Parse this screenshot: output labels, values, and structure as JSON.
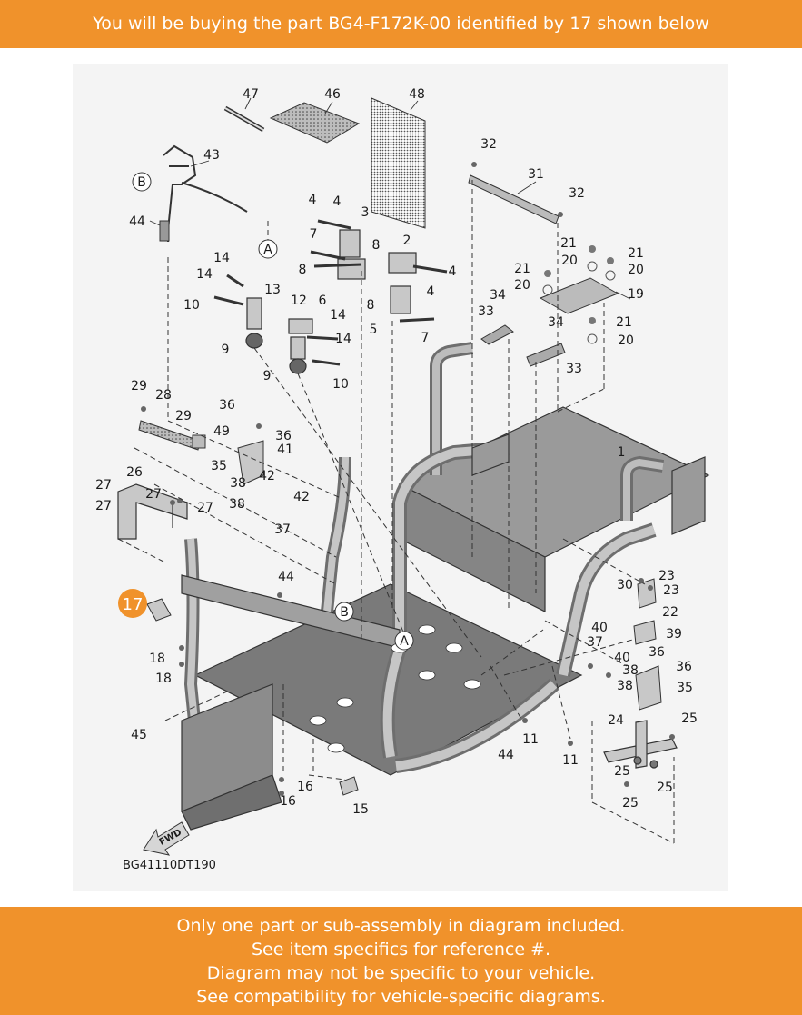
{
  "header": {
    "text": "You will be buying the part BG4-F172K-00 identified by 17 shown below"
  },
  "footer": {
    "lines": [
      "Only one part or sub-assembly in diagram included.",
      "See item specifics for reference #.",
      "Diagram may not be specific to your vehicle.",
      "See compatibility for vehicle-specific diagrams."
    ]
  },
  "diagram": {
    "highlighted_ref": "17",
    "drawing_code": "BG41110DT190",
    "fwd_label": "FWD",
    "callout_letters": [
      "A",
      "B",
      "A",
      "B"
    ],
    "refs": [
      "47",
      "46",
      "48",
      "43",
      "32",
      "31",
      "32",
      "44",
      "4",
      "4",
      "3",
      "7",
      "8",
      "8",
      "2",
      "4",
      "14",
      "21",
      "21",
      "21",
      "20",
      "20",
      "20",
      "14",
      "13",
      "12",
      "6",
      "4",
      "5",
      "8",
      "19",
      "34",
      "10",
      "14",
      "9",
      "33",
      "7",
      "34",
      "21",
      "20",
      "9",
      "14",
      "10",
      "33",
      "29",
      "28",
      "36",
      "29",
      "49",
      "36",
      "41",
      "35",
      "42",
      "38",
      "42",
      "38",
      "37",
      "27",
      "26",
      "27",
      "27",
      "27",
      "1",
      "44",
      "30",
      "23",
      "23",
      "22",
      "17",
      "18",
      "18",
      "40",
      "39",
      "37",
      "40",
      "36",
      "36",
      "38",
      "38",
      "35",
      "45",
      "11",
      "44",
      "11",
      "24",
      "25",
      "25",
      "25",
      "16",
      "16",
      "15",
      "25"
    ],
    "colors": {
      "accent": "#f0922b",
      "line": "#333333",
      "frame_fill": "#8a8a8a"
    }
  }
}
